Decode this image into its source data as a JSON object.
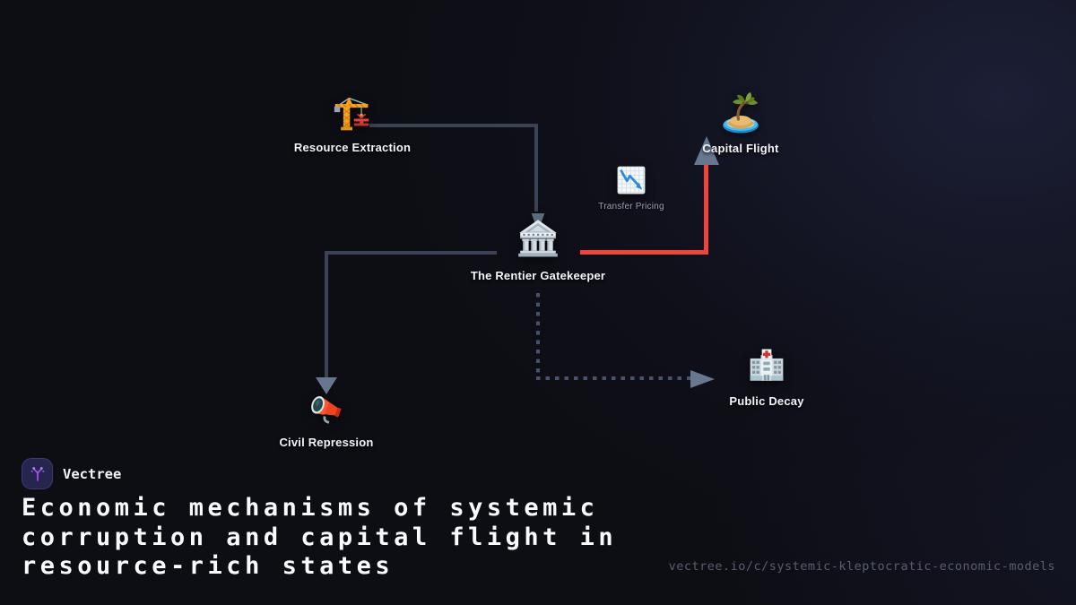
{
  "brand": {
    "name": "Vectree"
  },
  "title": {
    "lines": [
      "Economic mechanisms of systemic",
      "corruption and capital flight in",
      "resource-rich states"
    ]
  },
  "url": "vectree.io/c/systemic-kleptocratic-economic-models",
  "diagram": {
    "nodes": [
      {
        "id": "resource-extraction",
        "label": "Resource Extraction",
        "icon": "construction-crane"
      },
      {
        "id": "capital-flight",
        "label": "Capital Flight",
        "icon": "desert-island"
      },
      {
        "id": "transfer-pricing",
        "label": "Transfer Pricing",
        "icon": "chart-decreasing",
        "role": "edge-annotation"
      },
      {
        "id": "rentier-gatekeeper",
        "label": "The Rentier Gatekeeper",
        "icon": "classical-building"
      },
      {
        "id": "civil-repression",
        "label": "Civil Repression",
        "icon": "megaphone"
      },
      {
        "id": "public-decay",
        "label": "Public Decay",
        "icon": "hospital"
      }
    ],
    "edges": [
      {
        "from": "resource-extraction",
        "to": "rentier-gatekeeper",
        "style": "solid",
        "color": "#3a4254",
        "arrow": false
      },
      {
        "from": "rentier-gatekeeper",
        "to": "capital-flight",
        "style": "solid",
        "color": "#ee443e",
        "arrow": true,
        "label": "Transfer Pricing"
      },
      {
        "from": "rentier-gatekeeper",
        "to": "civil-repression",
        "style": "solid",
        "color": "#3a4254",
        "arrow": true
      },
      {
        "from": "rentier-gatekeeper",
        "to": "public-decay",
        "style": "dashed",
        "color": "#46536a",
        "arrow": true
      }
    ]
  },
  "colors": {
    "background": "#0d0d14",
    "glow": "#262b4c",
    "accent_red": "#ee443e",
    "line_slate": "#3a4254",
    "arrow_slate": "#67778f",
    "dashed_slate": "#46536a",
    "label": "#f2f4f8",
    "muted_label": "#9aa3b0",
    "url_text": "#575f6f",
    "logo_purple": "#a855f7",
    "logo_bg": "#262550"
  }
}
